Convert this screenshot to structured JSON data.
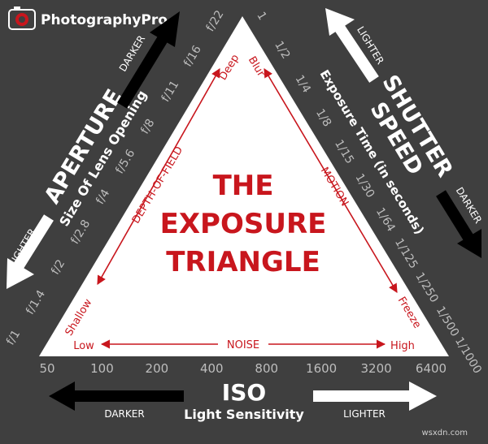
{
  "brand": {
    "name": "PhotographyPro",
    "icon": "camera-icon"
  },
  "watermark": "wsxdn.com",
  "triangle": {
    "title_lines": [
      "THE",
      "EXPOSURE",
      "TRIANGLE"
    ],
    "left_edge": {
      "label": "DEPTH-OF-FIELD",
      "start": "Shallow",
      "end": "Deep"
    },
    "right_edge": {
      "label": "MOTION",
      "start": "Blur",
      "end": "Freeze"
    },
    "bottom_edge": {
      "label": "NOISE",
      "start": "Low",
      "end": "High"
    }
  },
  "aperture": {
    "title": "APERTURE",
    "subtitle": "Size Of Lens Opening",
    "lighter_label": "LIGHTER",
    "darker_label": "DARKER",
    "stops": [
      "f/1",
      "f/1.4",
      "f/2",
      "f/2.8",
      "f/4",
      "f/5.6",
      "f/8",
      "f/11",
      "f/16",
      "f/22"
    ]
  },
  "shutter": {
    "title_line1": "SHUTTER",
    "title_line2": "SPEED",
    "subtitle": "Exposure Time (in seconds)",
    "lighter_label": "LIGHTER",
    "darker_label": "DARKER",
    "speeds": [
      "1",
      "1/2",
      "1/4",
      "1/8",
      "1/15",
      "1/30",
      "1/64",
      "1/125",
      "1/250",
      "1/500",
      "1/1000"
    ]
  },
  "iso": {
    "title": "ISO",
    "subtitle": "Light Sensitivity",
    "darker_label": "DARKER",
    "lighter_label": "LIGHTER",
    "values": [
      "50",
      "100",
      "200",
      "400",
      "800",
      "1600",
      "3200",
      "6400"
    ]
  },
  "colors": {
    "background": "#3f3f3f",
    "accent": "#c8161d",
    "scale_text": "#bdbdbd",
    "white": "#ffffff",
    "black": "#000000"
  }
}
